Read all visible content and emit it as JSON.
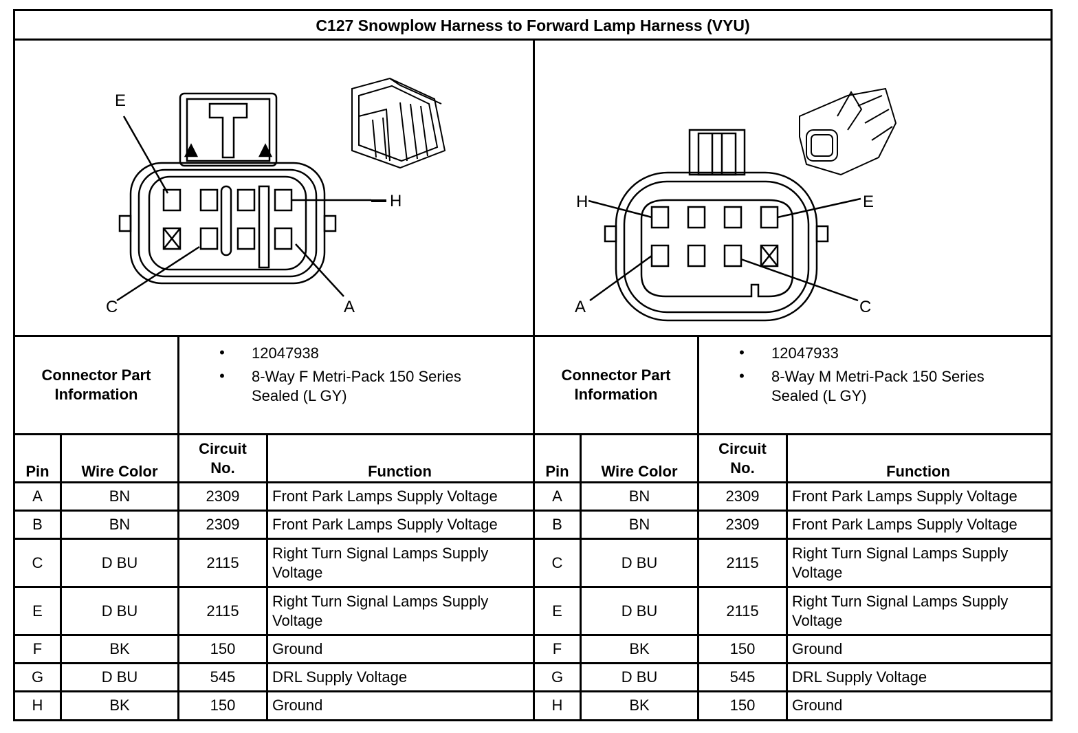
{
  "title": "C127 Snowplow Harness to Forward Lamp Harness (VYU)",
  "connectors": [
    {
      "side": "female",
      "diagram_labels": [
        "E",
        "H",
        "C",
        "A"
      ],
      "part_info_label_line1": "Connector Part",
      "part_info_label_line2": "Information",
      "part_number": "12047938",
      "description_line1": "8-Way F Metri-Pack 150 Series",
      "description_line2": "Sealed (L GY)"
    },
    {
      "side": "male",
      "diagram_labels": [
        "H",
        "E",
        "A",
        "C"
      ],
      "part_info_label_line1": "Connector Part",
      "part_info_label_line2": "Information",
      "part_number": "12047933",
      "description_line1": "8-Way M Metri-Pack 150 Series",
      "description_line2": "Sealed (L GY)"
    }
  ],
  "bullet": "•",
  "table_headers": {
    "pin": "Pin",
    "wire_color": "Wire Color",
    "circuit_line1": "Circuit",
    "circuit_line2": "No.",
    "function": "Function"
  },
  "rows": [
    {
      "pin": "A",
      "wire": "BN",
      "circuit": "2309",
      "f1": "Front Park Lamps Supply Voltage",
      "f2": ""
    },
    {
      "pin": "B",
      "wire": "BN",
      "circuit": "2309",
      "f1": "Front Park Lamps Supply Voltage",
      "f2": ""
    },
    {
      "pin": "C",
      "wire": "D BU",
      "circuit": "2115",
      "f1": "Right Turn Signal Lamps Supply",
      "f2": "Voltage"
    },
    {
      "pin": "E",
      "wire": "D BU",
      "circuit": "2115",
      "f1": "Right Turn Signal Lamps Supply",
      "f2": "Voltage"
    },
    {
      "pin": "F",
      "wire": "BK",
      "circuit": "150",
      "f1": "Ground",
      "f2": ""
    },
    {
      "pin": "G",
      "wire": "D BU",
      "circuit": "545",
      "f1": "DRL Supply Voltage",
      "f2": ""
    },
    {
      "pin": "H",
      "wire": "BK",
      "circuit": "150",
      "f1": "Ground",
      "f2": ""
    }
  ]
}
